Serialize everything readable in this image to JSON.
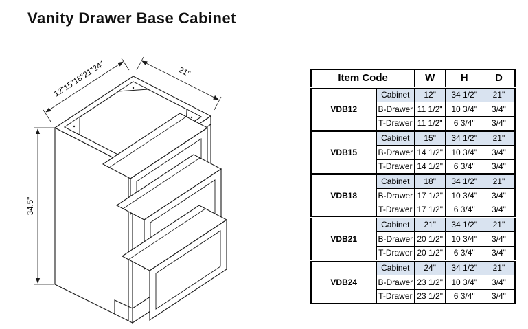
{
  "page": {
    "title": "Vanity Drawer Base Cabinet"
  },
  "diagram": {
    "width_options_label": "12\"15\"18\"21\"24\"",
    "depth_label": "21\"",
    "height_label": "34.5\""
  },
  "table": {
    "shaded_row_color": "#d9e3f0",
    "header": {
      "item_code": "Item Code",
      "w": "W",
      "h": "H",
      "d": "D"
    },
    "groups": [
      {
        "code": "VDB12",
        "rows": [
          {
            "label": "Cabinet",
            "w": "12\"",
            "h": "34 1/2\"",
            "d": "21\""
          },
          {
            "label": "B-Drawer",
            "w": "11 1/2\"",
            "h": "10 3/4\"",
            "d": "3/4\""
          },
          {
            "label": "T-Drawer",
            "w": "11 1/2\"",
            "h": "6 3/4\"",
            "d": "3/4\""
          }
        ]
      },
      {
        "code": "VDB15",
        "rows": [
          {
            "label": "Cabinet",
            "w": "15\"",
            "h": "34 1/2\"",
            "d": "21\""
          },
          {
            "label": "B-Drawer",
            "w": "14 1/2\"",
            "h": "10 3/4\"",
            "d": "3/4\""
          },
          {
            "label": "T-Drawer",
            "w": "14 1/2\"",
            "h": "6 3/4\"",
            "d": "3/4\""
          }
        ]
      },
      {
        "code": "VDB18",
        "rows": [
          {
            "label": "Cabinet",
            "w": "18\"",
            "h": "34 1/2\"",
            "d": "21\""
          },
          {
            "label": "B-Drawer",
            "w": "17 1/2\"",
            "h": "10 3/4\"",
            "d": "3/4\""
          },
          {
            "label": "T-Drawer",
            "w": "17 1/2\"",
            "h": "6 3/4\"",
            "d": "3/4\""
          }
        ]
      },
      {
        "code": "VDB21",
        "rows": [
          {
            "label": "Cabinet",
            "w": "21\"",
            "h": "34 1/2\"",
            "d": "21\""
          },
          {
            "label": "B-Drawer",
            "w": "20 1/2\"",
            "h": "10 3/4\"",
            "d": "3/4\""
          },
          {
            "label": "T-Drawer",
            "w": "20 1/2\"",
            "h": "6 3/4\"",
            "d": "3/4\""
          }
        ]
      },
      {
        "code": "VDB24",
        "rows": [
          {
            "label": "Cabinet",
            "w": "24\"",
            "h": "34 1/2\"",
            "d": "21\""
          },
          {
            "label": "B-Drawer",
            "w": "23 1/2\"",
            "h": "10 3/4\"",
            "d": "3/4\""
          },
          {
            "label": "T-Drawer",
            "w": "23 1/2\"",
            "h": "6 3/4\"",
            "d": "3/4\""
          }
        ]
      }
    ]
  }
}
